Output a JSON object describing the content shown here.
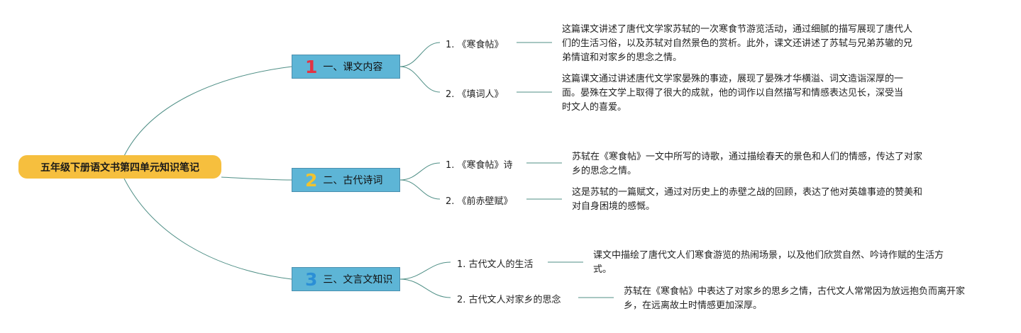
{
  "root": {
    "title": "五年级下册语文书第四单元知识笔记"
  },
  "colors": {
    "root_fill": "#f6bf3e",
    "section_fill": "#5db5d6",
    "line": "#4f8f86",
    "num1": "#e23344",
    "num2": "#f0c330",
    "num3": "#2b8fd6"
  },
  "sections": [
    {
      "number": "1",
      "label": "一、课文内容",
      "items": [
        {
          "label": "1. 《寒食帖》",
          "desc": "这篇课文讲述了唐代文学家苏轼的一次寒食节游览活动，通过细腻的描写展现了唐代人们的生活习俗，以及苏轼对自然景色的赏析。此外，课文还讲述了苏轼与兄弟苏辙的兄弟情谊和对家乡的思念之情。"
        },
        {
          "label": "2. 《填词人》",
          "desc": "这篇课文通过讲述唐代文学家晏殊的事迹，展现了晏殊才华横溢、词文造诣深厚的一面。晏殊在文学上取得了很大的成就，他的词作以自然描写和情感表达见长，深受当时文人的喜爱。"
        }
      ]
    },
    {
      "number": "2",
      "label": "二、古代诗词",
      "items": [
        {
          "label": "1. 《寒食帖》诗",
          "desc": "苏轼在《寒食帖》一文中所写的诗歌，通过描绘春天的景色和人们的情感，传达了对家乡的思念之情。"
        },
        {
          "label": "2. 《前赤壁赋》",
          "desc": "这是苏轼的一篇赋文，通过对历史上的赤壁之战的回顾，表达了他对英雄事迹的赞美和对自身困境的感慨。"
        }
      ]
    },
    {
      "number": "3",
      "label": "三、文言文知识",
      "items": [
        {
          "label": "1. 古代文人的生活",
          "desc": "课文中描绘了唐代文人们寒食游览的热闹场景，以及他们欣赏自然、吟诗作赋的生活方式。"
        },
        {
          "label": "2. 古代文人对家乡的思念",
          "desc": "苏轼在《寒食帖》中表达了对家乡的思乡之情，古代文人常常因为放远抱负而离开家乡，在远离故土时情感更加深厚。"
        }
      ]
    }
  ]
}
